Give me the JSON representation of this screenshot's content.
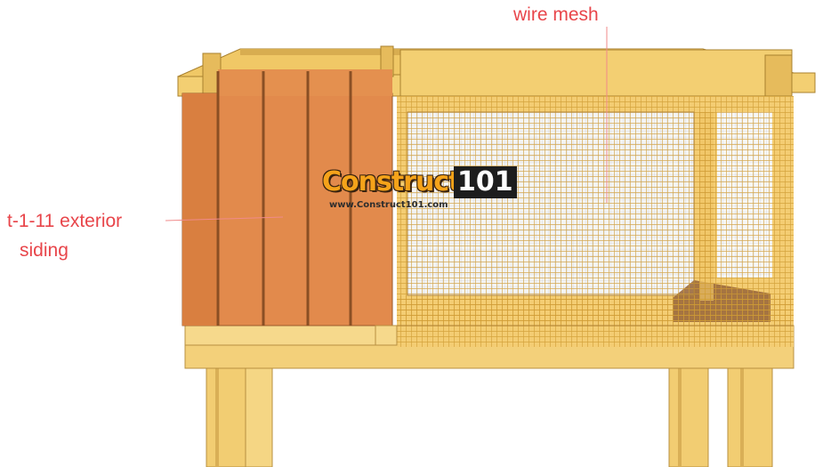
{
  "labels": {
    "wire_mesh": "wire mesh",
    "siding_line1": "t-1-11 exterior",
    "siding_line2": "siding"
  },
  "watermark": {
    "brand": "Construct",
    "number": "101",
    "url": "www.Construct101.com"
  },
  "colors": {
    "label": "#e8454a",
    "siding": "#e28a4c",
    "lumber": "#f2c96b",
    "mesh": "#d9a63a"
  }
}
